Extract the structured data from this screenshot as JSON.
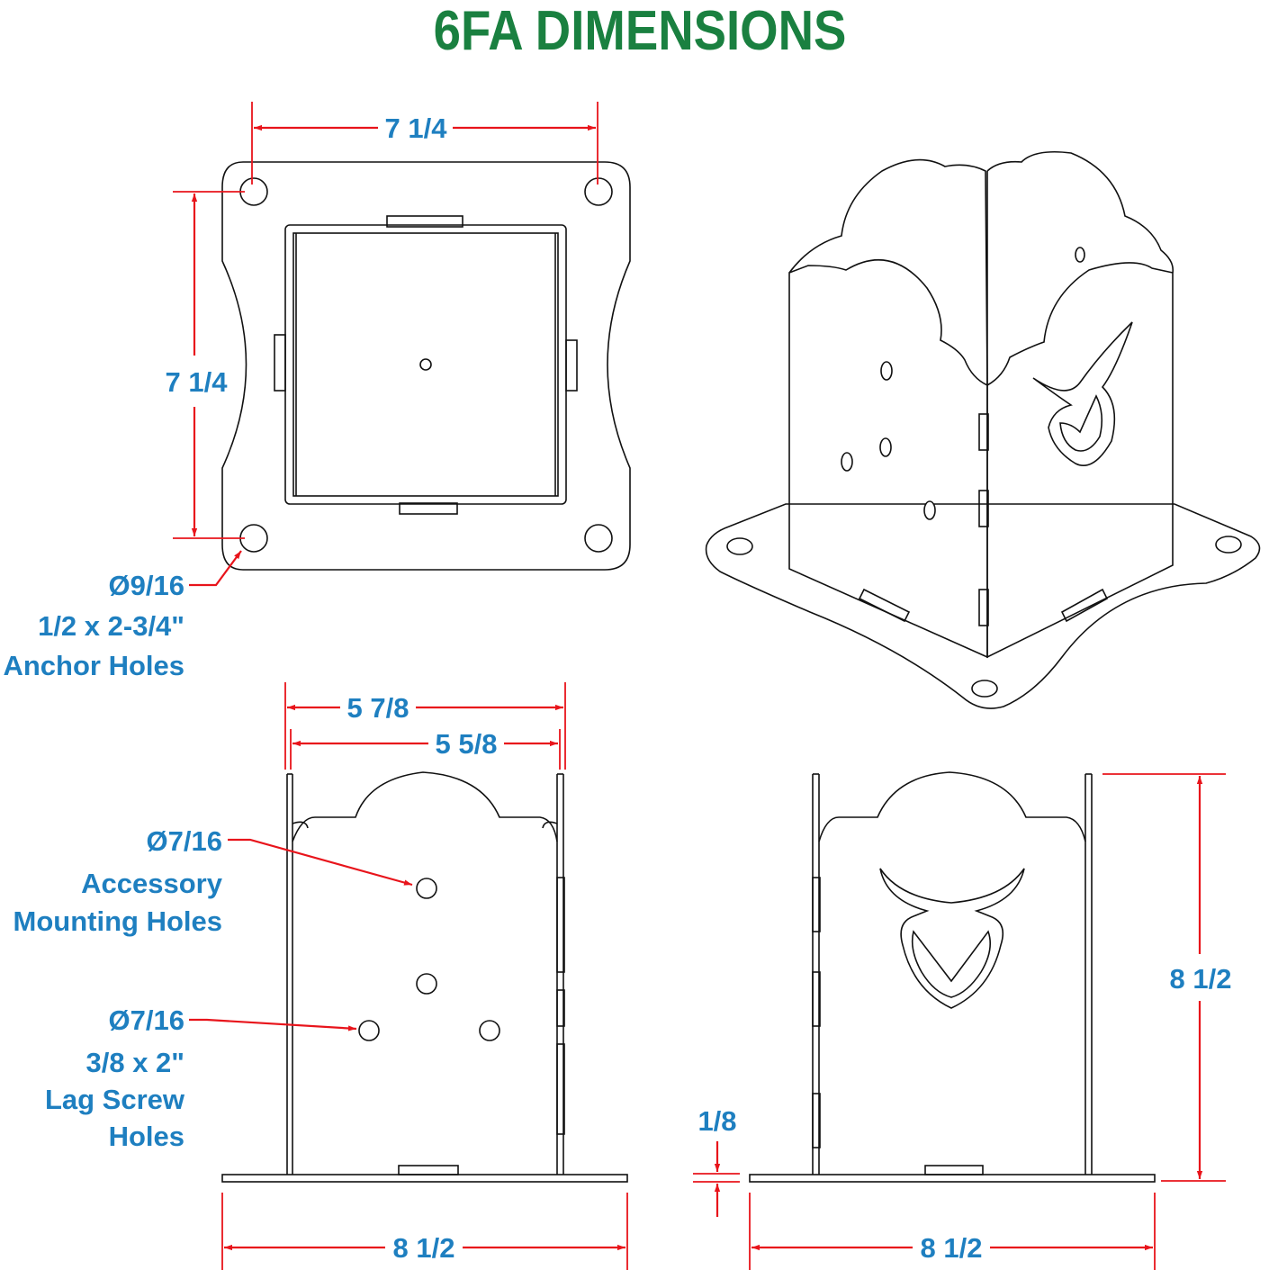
{
  "title": "6FA DIMENSIONS",
  "colors": {
    "title": "#1a8040",
    "dimension_text": "#1e7fc0",
    "dimension_line": "#e8141b",
    "part_line": "#111111"
  },
  "top_view": {
    "width_dim": "7 1/4",
    "height_dim": "7 1/4",
    "anchor_callout": {
      "diameter": "Ø9/16",
      "line1": "1/2 x 2-3/4\"",
      "line2": "Anchor Holes"
    }
  },
  "front_view": {
    "outer_width_dim": "5 7/8",
    "inner_width_dim": "5 5/8",
    "base_width_dim": "8 1/2",
    "accessory_callout": {
      "diameter": "Ø7/16",
      "line1": "Accessory",
      "line2": "Mounting Holes"
    },
    "lag_callout": {
      "diameter": "Ø7/16",
      "line1": "3/8 x 2\"",
      "line2": "Lag Screw",
      "line3": "Holes"
    }
  },
  "side_view": {
    "height_dim": "8 1/2",
    "base_thickness_dim": "1/8",
    "base_width_dim": "8 1/2"
  }
}
